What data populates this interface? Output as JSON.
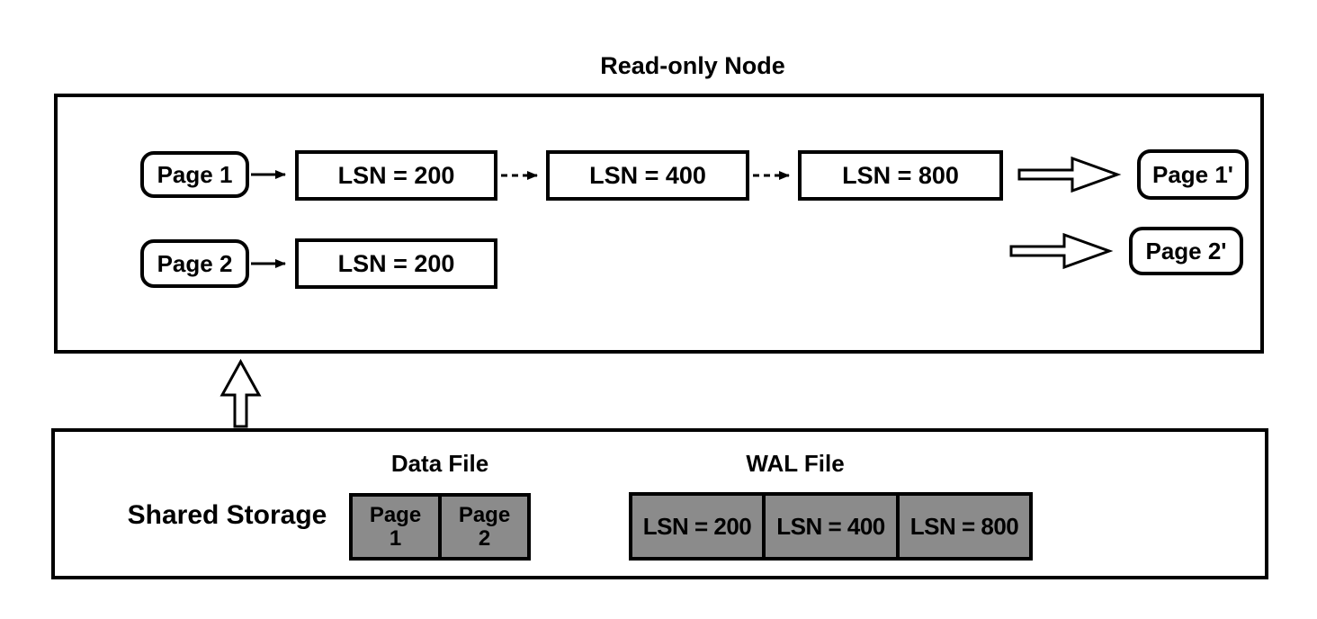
{
  "title": "Read-only Node",
  "read_only_node": {
    "row1": {
      "page": "Page 1",
      "lsn1": "LSN = 200",
      "lsn2": "LSN = 400",
      "lsn3": "LSN = 800",
      "result": "Page 1'"
    },
    "row2": {
      "page": "Page 2",
      "lsn1": "LSN = 200",
      "result": "Page 2'"
    }
  },
  "shared_storage": {
    "label": "Shared Storage",
    "data_file": {
      "label": "Data File",
      "cell1": "Page\n1",
      "cell2": "Page\n2"
    },
    "wal_file": {
      "label": "WAL File",
      "cell1": "LSN = 200",
      "cell2": "LSN = 400",
      "cell3": "LSN = 800"
    }
  },
  "colors": {
    "stroke": "#000000",
    "cell_fill": "#8b8b8b",
    "background": "#ffffff"
  }
}
